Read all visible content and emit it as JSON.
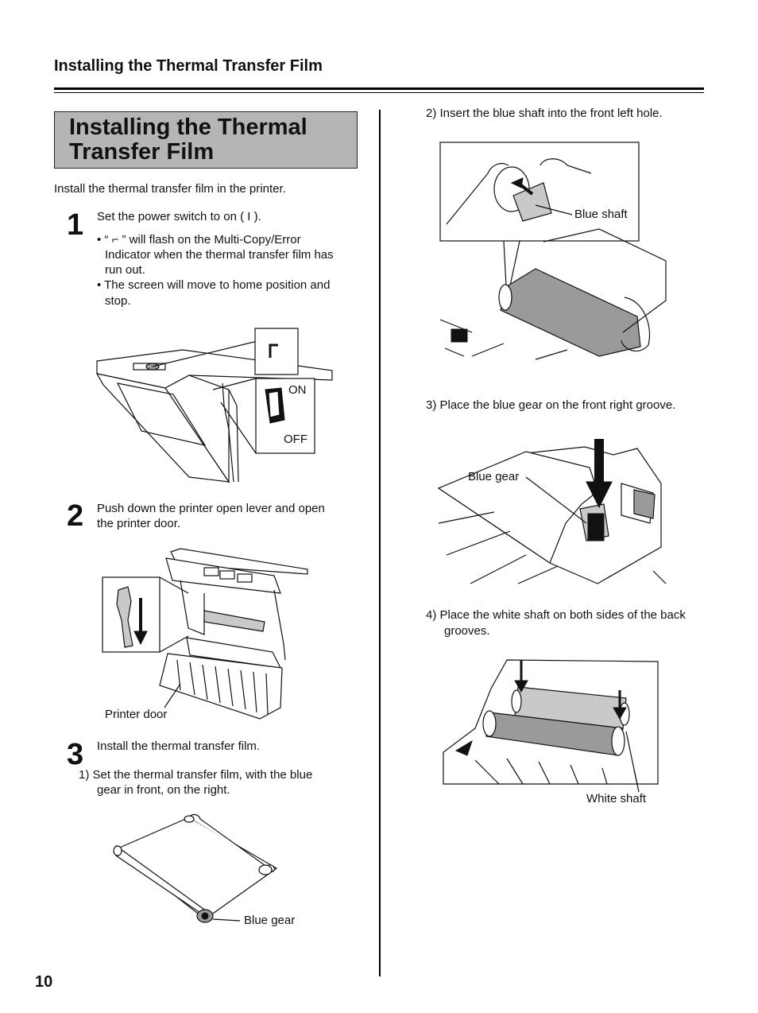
{
  "header": {
    "title": "Installing the Thermal Transfer Film"
  },
  "section": {
    "title": "Installing the Thermal Transfer Film"
  },
  "intro": "Install the thermal transfer film in the printer.",
  "steps": [
    {
      "number": "1",
      "text": "Set the power switch to on ( I ).",
      "bullets": [
        "• “ ⌐ ” will flash on the Multi-Copy/Error",
        "Indicator when the thermal transfer film has",
        "run out.",
        "• The screen will move to home position and",
        "stop."
      ]
    },
    {
      "number": "2",
      "text_lines": [
        "Push down the printer open lever and open",
        "the printer door."
      ]
    },
    {
      "number": "3",
      "text": "Install the thermal transfer film."
    }
  ],
  "substeps": {
    "s1": [
      "1)  Set the thermal transfer film, with the blue",
      "gear in front, on the right."
    ],
    "s2": "2)  Insert the blue shaft into the front left hole.",
    "s3": "3)  Place the blue gear on the front right groove.",
    "s4": [
      "4)  Place the white shaft on both sides of the back",
      "grooves."
    ]
  },
  "labels": {
    "on": "ON",
    "off": "OFF",
    "printer_door": "Printer door",
    "blue_gear_1": "Blue gear",
    "blue_shaft": "Blue shaft",
    "blue_gear_2": "Blue gear",
    "white_shaft": "White shaft"
  },
  "page_number": "10"
}
